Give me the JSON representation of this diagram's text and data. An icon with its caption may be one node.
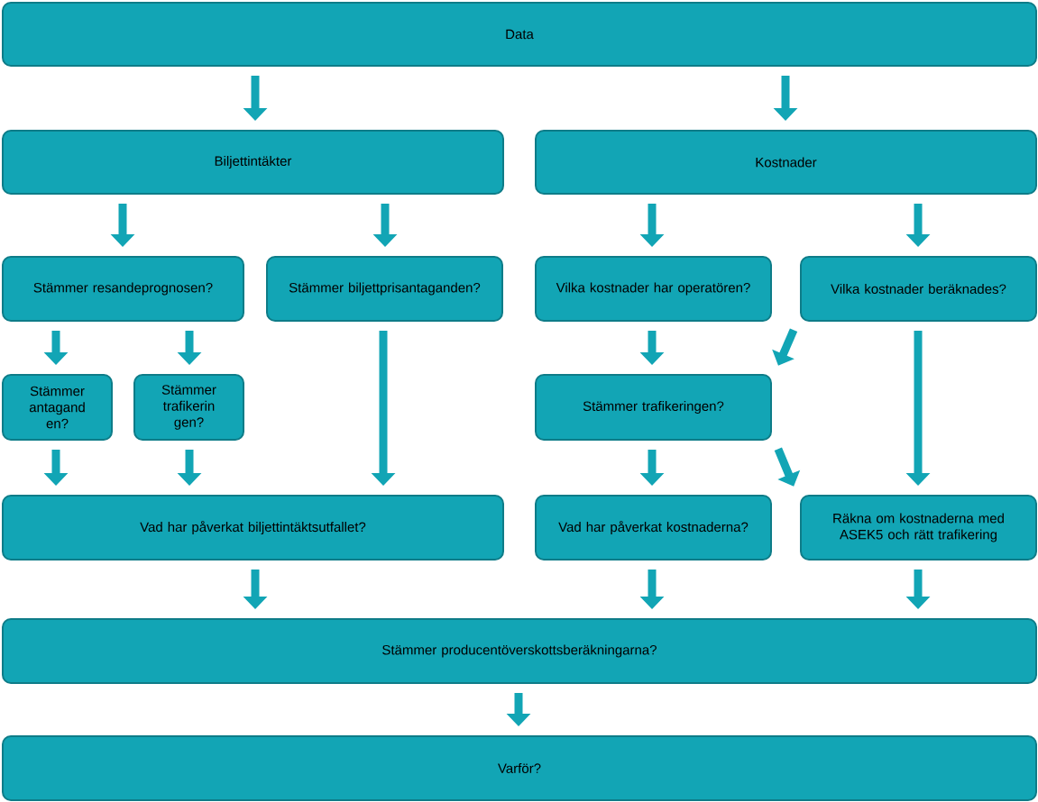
{
  "diagram": {
    "nodes": [
      {
        "text": [
          "Data"
        ]
      },
      {
        "text": [
          "Biljettintäkter"
        ]
      },
      {
        "text": [
          "Kostnader"
        ]
      },
      {
        "text": [
          "Stämmer resandeprognosen?"
        ]
      },
      {
        "text": [
          "Stämmer biljettprisantaganden?"
        ]
      },
      {
        "text": [
          "Vilka kostnader har operatören?"
        ]
      },
      {
        "text": [
          "Vilka kostnader beräknades?"
        ]
      },
      {
        "text": [
          "Stämmer antagand en?"
        ]
      },
      {
        "text": [
          "Stämmer trafikerin gen?"
        ]
      },
      {
        "text": [
          "Stämmer trafikeringen?"
        ]
      },
      {
        "text": [
          "Vad har påverkat biljettintäktsutfallet?"
        ]
      },
      {
        "text": [
          "Vad har påverkat kostnaderna?"
        ]
      },
      {
        "text": [
          "Räkna om kostnaderna med ASEK5 och rätt trafikering"
        ]
      },
      {
        "text": [
          "Stämmer producentöverskottsberäkningarna?"
        ]
      },
      {
        "text": [
          "Varför?"
        ]
      }
    ],
    "edges": [
      {
        "from": 0,
        "to": 1,
        "arrow": "to"
      },
      {
        "from": 0,
        "to": 2,
        "arrow": "to"
      },
      {
        "from": 1,
        "to": 3,
        "arrow": "to"
      },
      {
        "from": 1,
        "to": 4,
        "arrow": "to"
      },
      {
        "from": 2,
        "to": 5,
        "arrow": "to"
      },
      {
        "from": 2,
        "to": 6,
        "arrow": "to"
      },
      {
        "from": 3,
        "to": 7,
        "arrow": "to"
      },
      {
        "from": 3,
        "to": 8,
        "arrow": "to"
      },
      {
        "from": 4,
        "to": 10,
        "arrow": "to"
      },
      {
        "from": 5,
        "to": 9,
        "arrow": "to"
      },
      {
        "from": 6,
        "to": 9,
        "arrow": "to"
      },
      {
        "from": 6,
        "to": 12,
        "arrow": "to"
      },
      {
        "from": 7,
        "to": 10,
        "arrow": "to"
      },
      {
        "from": 8,
        "to": 10,
        "arrow": "to"
      },
      {
        "from": 9,
        "to": 11,
        "arrow": "to"
      },
      {
        "from": 9,
        "to": 12,
        "arrow": "to"
      },
      {
        "from": 10,
        "to": 13,
        "arrow": "to"
      },
      {
        "from": 11,
        "to": 13,
        "arrow": "to"
      },
      {
        "from": 12,
        "to": 13,
        "arrow": "to"
      },
      {
        "from": 13,
        "to": 14,
        "arrow": "to"
      }
    ]
  }
}
